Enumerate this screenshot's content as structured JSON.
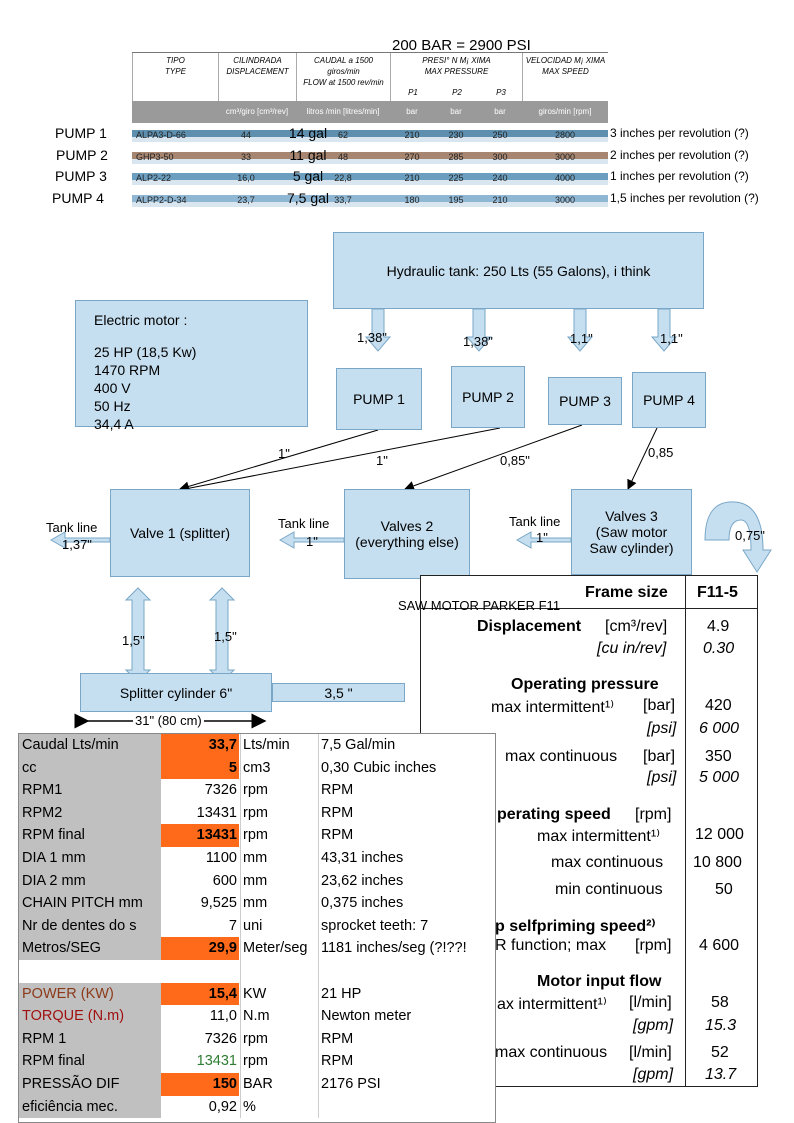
{
  "top_caption": "200 BAR = 2900 PSI",
  "catalog": {
    "headers": [
      {
        "es": "TIPO",
        "en": "TYPE"
      },
      {
        "es": "CILINDRADA",
        "en": "DISPLACEMENT"
      },
      {
        "es": "CAUDAL a 1500 giros/min",
        "en": "FLOW at 1500 rev/min"
      },
      {
        "es": "PRESI° N M¡ XIMA",
        "en": "MAX PRESSURE"
      },
      {
        "es": "VELOCIDAD M¡ XIMA",
        "en": "MAX SPEED"
      }
    ],
    "pressure_subs": [
      "P1",
      "P2",
      "P3"
    ],
    "units": [
      "cm³/giro [cm³/rev]",
      "litros /min [litres/min]",
      "bar",
      "bar",
      "bar",
      "giros/min [rpm]"
    ],
    "rows": [
      {
        "pump": "PUMP 1",
        "type": "ALPA3-D-66",
        "disp": "44",
        "gal": "14 gal",
        "flow": "62",
        "p1": "210",
        "p2": "230",
        "p3": "250",
        "speed": "2800",
        "note": "3 inches per revolution (?)",
        "color": "#5f8fae"
      },
      {
        "pump": "PUMP 2",
        "type": "GHP3-50",
        "disp": "33",
        "gal": "11 gal",
        "flow": "48",
        "p1": "270",
        "p2": "285",
        "p3": "300",
        "speed": "3000",
        "note": "2 inches per revolution (?)",
        "color": "#a68670"
      },
      {
        "pump": "PUMP 3",
        "type": "ALP2-22",
        "disp": "16,0",
        "gal": "5 gal",
        "flow": "22,8",
        "p1": "210",
        "p2": "225",
        "p3": "240",
        "speed": "4000",
        "note": "1 inches per revolution (?)",
        "color": "#6c9fbf"
      },
      {
        "pump": "PUMP 4",
        "type": "ALPP2-D-34",
        "disp": "23,7",
        "gal": "7,5 gal",
        "flow": "33,7",
        "p1": "180",
        "p2": "195",
        "p3": "210",
        "speed": "3000",
        "note": "1,5 inches per revolution (?)",
        "color": "#8fb6d3"
      }
    ]
  },
  "diagram": {
    "tank": "Hydraulic tank:   250 Lts (55 Galons), i think",
    "motor_lines": [
      "Electric motor :",
      "",
      "25 HP (18,5 Kw)",
      "1470 RPM",
      "400 V",
      "50 Hz",
      "34,4 A"
    ],
    "pumps": [
      "PUMP 1",
      "PUMP 2",
      "PUMP 3",
      "PUMP 4"
    ],
    "suction": [
      "1,38\"",
      "1,38\"",
      "1,1\"",
      "1,1\""
    ],
    "pressure_lines": [
      "1\"",
      "1\"",
      "0,85\"",
      "0,85"
    ],
    "valve1": "Valve 1 (splitter)",
    "valve2": [
      "Valves 2",
      "(everything else)"
    ],
    "valve3": [
      "Valves 3",
      "(Saw motor",
      "Saw cylinder)"
    ],
    "tank_line": "Tank line",
    "tank_line_sizes": [
      "1,37\"",
      "1\"",
      "1\""
    ],
    "saw_line": "0,75\"",
    "cyl_lines": [
      "1,5\"",
      "1,5\""
    ],
    "cylinder": "Splitter cylinder 6\"",
    "rod": "3,5 \"",
    "stroke": "31\" (80 cm)",
    "saw_motor_title": "SAW MOTOR PARKER F11"
  },
  "sheet": [
    {
      "label": "Caudal Lts/min",
      "value": "33,7",
      "unit": "Lts/min",
      "note": "7,5 Gal/min",
      "hl": true
    },
    {
      "label": "cc",
      "value": "5",
      "unit": "cm3",
      "note": "0,30 Cubic inches",
      "hl": true
    },
    {
      "label": "RPM1",
      "value": "7326",
      "unit": "rpm",
      "note": "RPM",
      "hl": false
    },
    {
      "label": "RPM2",
      "value": "13431",
      "unit": "rpm",
      "note": "RPM",
      "hl": false
    },
    {
      "label": "RPM final",
      "value": "13431",
      "unit": "rpm",
      "note": "RPM",
      "hl": true
    },
    {
      "label": "DIA 1 mm",
      "value": "1100",
      "unit": "mm",
      "note": "43,31 inches",
      "hl": false
    },
    {
      "label": "DIA 2 mm",
      "value": "600",
      "unit": "mm",
      "note": "23,62 inches",
      "hl": false
    },
    {
      "label": "CHAIN PITCH mm",
      "value": "9,525",
      "unit": "mm",
      "note": "0,375 inches",
      "hl": false
    },
    {
      "label": "Nr de dentes do s",
      "value": "7",
      "unit": "uni",
      "note": "sprocket teeth: 7",
      "hl": false
    },
    {
      "label": "Metros/SEG",
      "value": "29,9",
      "unit": "Meter/seg",
      "note": "1181 inches/seg (?!??!",
      "hl": true
    },
    {
      "label": "",
      "value": "",
      "unit": "",
      "note": "",
      "hl": false,
      "blank": true
    },
    {
      "label": "POWER (KW)",
      "value": "15,4",
      "unit": "KW",
      "note": "21 HP",
      "hl": true,
      "labelColor": "#8b3a1a"
    },
    {
      "label": "TORQUE (N.m)",
      "value": "11,0",
      "unit": "N.m",
      "note": "Newton meter",
      "hl": false,
      "labelColor": "#a01010"
    },
    {
      "label": "RPM 1",
      "value": "7326",
      "unit": "rpm",
      "note": "RPM",
      "hl": false
    },
    {
      "label": "RPM final",
      "value": "13431",
      "unit": "rpm",
      "note": "RPM",
      "hl": false,
      "valueColor": "#2e7d32"
    },
    {
      "label": "PRESSÃO DIF",
      "value": "150",
      "unit": "BAR",
      "note": "2176 PSI",
      "hl": true
    },
    {
      "label": "eficiência mec.",
      "value": "0,92",
      "unit": "%",
      "note": "",
      "hl": false
    }
  ],
  "spec": {
    "frame_label": "Frame size",
    "frame_value": "F11-5",
    "disp_label": "Displacement",
    "disp_unit": "[cm³/rev]",
    "disp_value": "4.9",
    "disp_unit2": "[cu in/rev]",
    "disp_value2": "0.30",
    "op_pressure": "Operating pressure",
    "max_int": "max intermittent¹⁾",
    "bar": "[bar]",
    "max_int_bar": "420",
    "psi": "[psi]",
    "max_int_psi": "6 000",
    "max_cont": "max continuous",
    "max_cont_bar": "350",
    "max_cont_psi": "5 000",
    "op_speed": "perating speed",
    "rpm": "[rpm]",
    "speed_int": "max intermittent¹⁾",
    "speed_int_v": "12 000",
    "speed_cont": "max continuous",
    "speed_cont_v": "10 800",
    "speed_min": "min continuous",
    "speed_min_v": "50",
    "self": "p selfpriming speed²⁾",
    "rfunc": "R function; max",
    "rfunc_unit": "[rpm]",
    "rfunc_v": "4 600",
    "input_flow": "Motor input flow",
    "flow_int": "ax intermittent¹⁾",
    "lmin": "[l/min]",
    "flow_int_v": "58",
    "gpm": "[gpm]",
    "flow_int_gpm": "15.3",
    "flow_cont": "max continuous",
    "flow_cont_v": "52",
    "flow_cont_gpm": "13.7"
  }
}
